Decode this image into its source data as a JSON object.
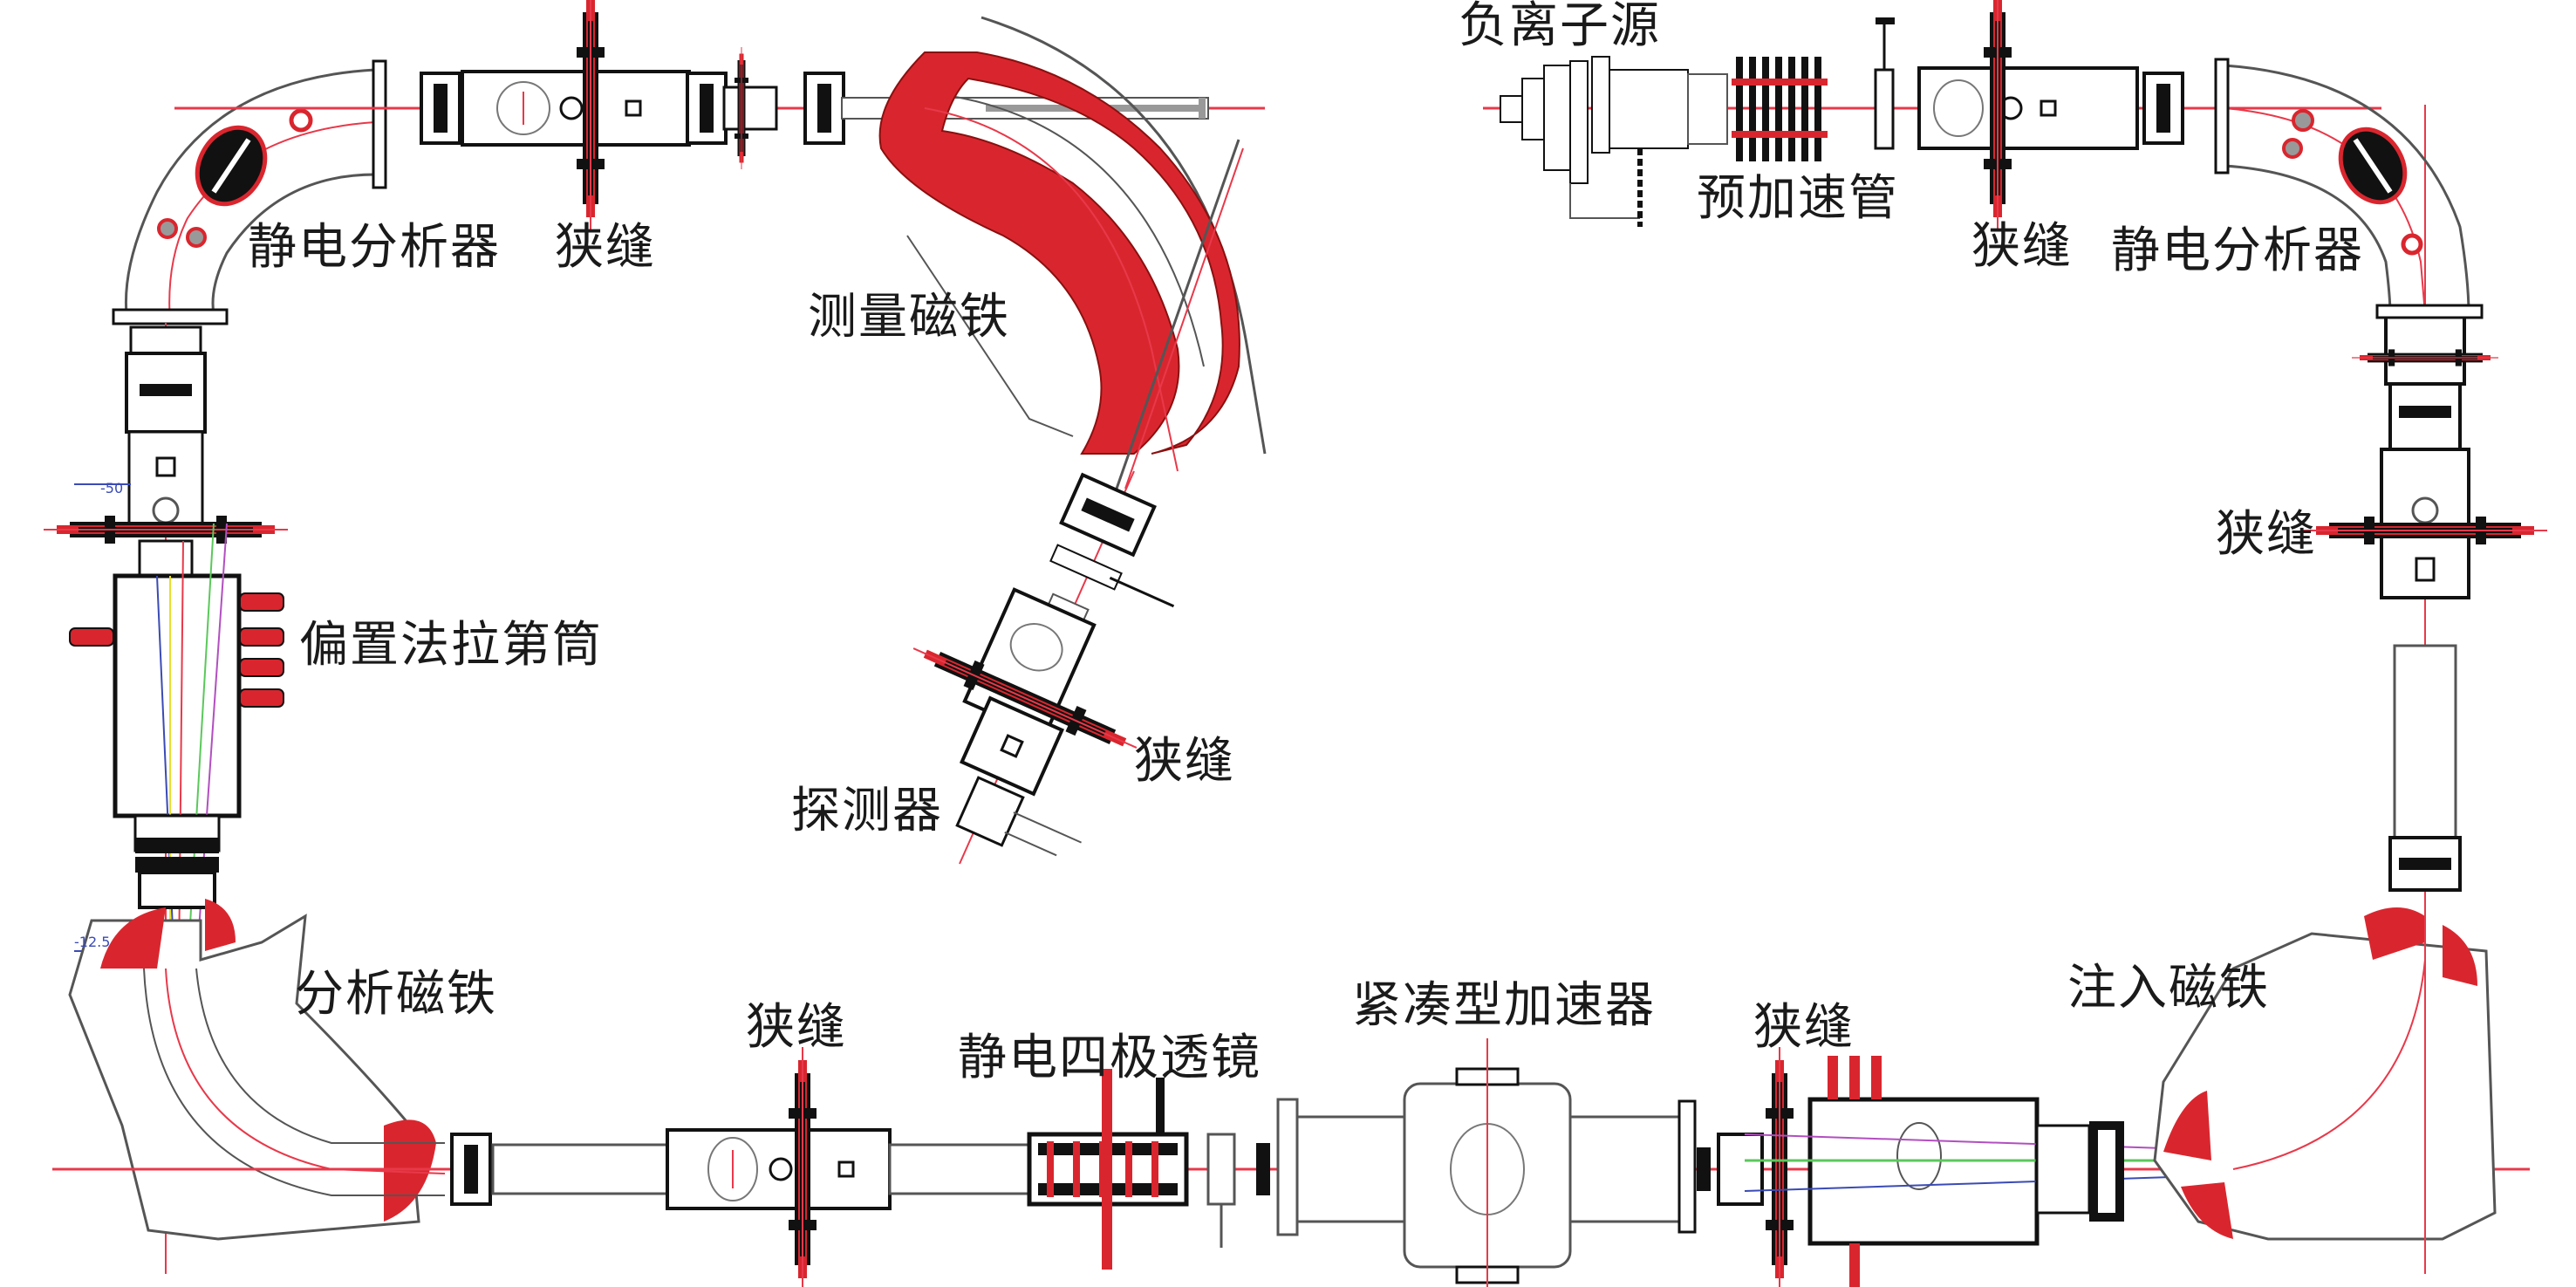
{
  "diagram": {
    "type": "accelerator-beamline-schematic",
    "colors": {
      "beam_axis": "#e8394a",
      "magnet_coil": "#d9262e",
      "outline": "#111111",
      "thin_outline": "#555555",
      "trace_blue": "#3a4bb5",
      "trace_yellow": "#e6e02a",
      "trace_green": "#5ac85a",
      "trace_purple": "#b24fc0",
      "trace_pink": "#e07090"
    },
    "labels": {
      "ion_source": "负离子源",
      "pre_accel_tube": "预加速管",
      "slit_top_right": "狭缝",
      "esa_right": "静电分析器",
      "slit_right": "狭缝",
      "injection_magnet": "注入磁铁",
      "slit_bottom_right": "狭缝",
      "compact_accelerator": "紧凑型加速器",
      "electrostatic_quadrupole": "静电四极透镜",
      "slit_bottom": "狭缝",
      "analyzing_magnet": "分析磁铁",
      "offset_faraday_cup": "偏置法拉第筒",
      "detector": "探测器",
      "slit_middle": "狭缝",
      "measuring_magnet": "测量磁铁",
      "esa_left": "静电分析器",
      "slit_top_left": "狭缝"
    },
    "dimensions": {
      "left_upper": "-50",
      "left_lower": "-12.5"
    }
  }
}
